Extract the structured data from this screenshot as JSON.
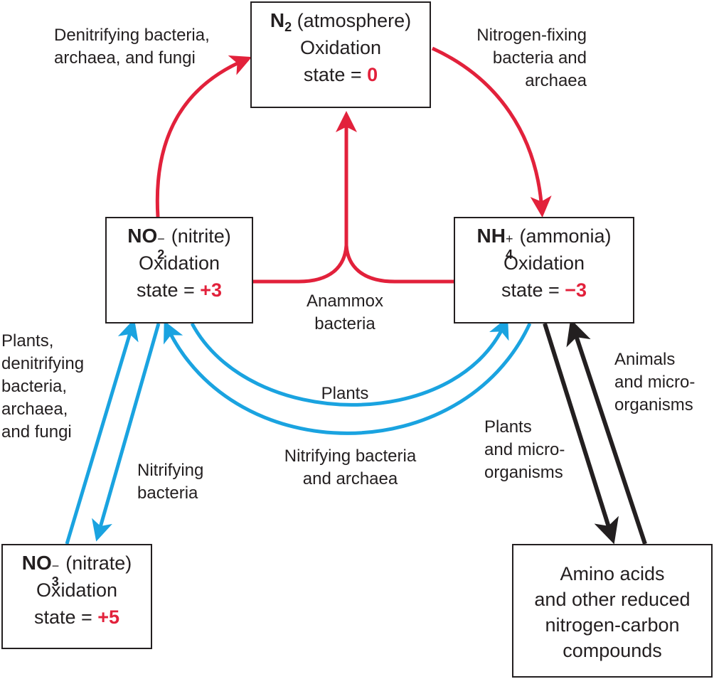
{
  "colors": {
    "red": "#e2213b",
    "blue": "#1aa3e0",
    "black": "#231f20"
  },
  "oxidation_prefix": "state = ",
  "oxidation_word": "Oxidation",
  "nodes": {
    "n2": {
      "formula": "N",
      "subscript": "2",
      "name": "(atmosphere)",
      "state": "0"
    },
    "nitrite": {
      "formula": "NO",
      "subscript": "2",
      "charge": "−",
      "name": "(nitrite)",
      "state": "+3"
    },
    "ammonia": {
      "formula": "NH",
      "subscript": "4",
      "charge": "+",
      "name": "(ammonia)",
      "state": "−3"
    },
    "nitrate": {
      "formula": "NO",
      "subscript": "3",
      "charge": "−",
      "name": "(nitrate)",
      "state": "+5"
    },
    "amino": {
      "lines": [
        "Amino acids",
        "and other reduced",
        "nitrogen-carbon",
        "compounds"
      ]
    }
  },
  "labels": {
    "denitrifying_top": [
      "Denitrifying bacteria,",
      "archaea, and fungi"
    ],
    "nitrogen_fixing": [
      "Nitrogen-fixing",
      "bacteria and",
      "archaea"
    ],
    "anammox": [
      "Anammox",
      "bacteria"
    ],
    "plants_mid": [
      "Plants"
    ],
    "nitrifying_mid": [
      "Nitrifying bacteria",
      "and archaea"
    ],
    "plants_left": [
      "Plants,",
      "denitrifying",
      "bacteria,",
      "archaea,",
      "and fungi"
    ],
    "nitrifying_left": [
      "Nitrifying",
      "bacteria"
    ],
    "plants_micro": [
      "Plants",
      "and micro-",
      "organisms"
    ],
    "animals_micro": [
      "Animals",
      "and micro-",
      "organisms"
    ]
  }
}
